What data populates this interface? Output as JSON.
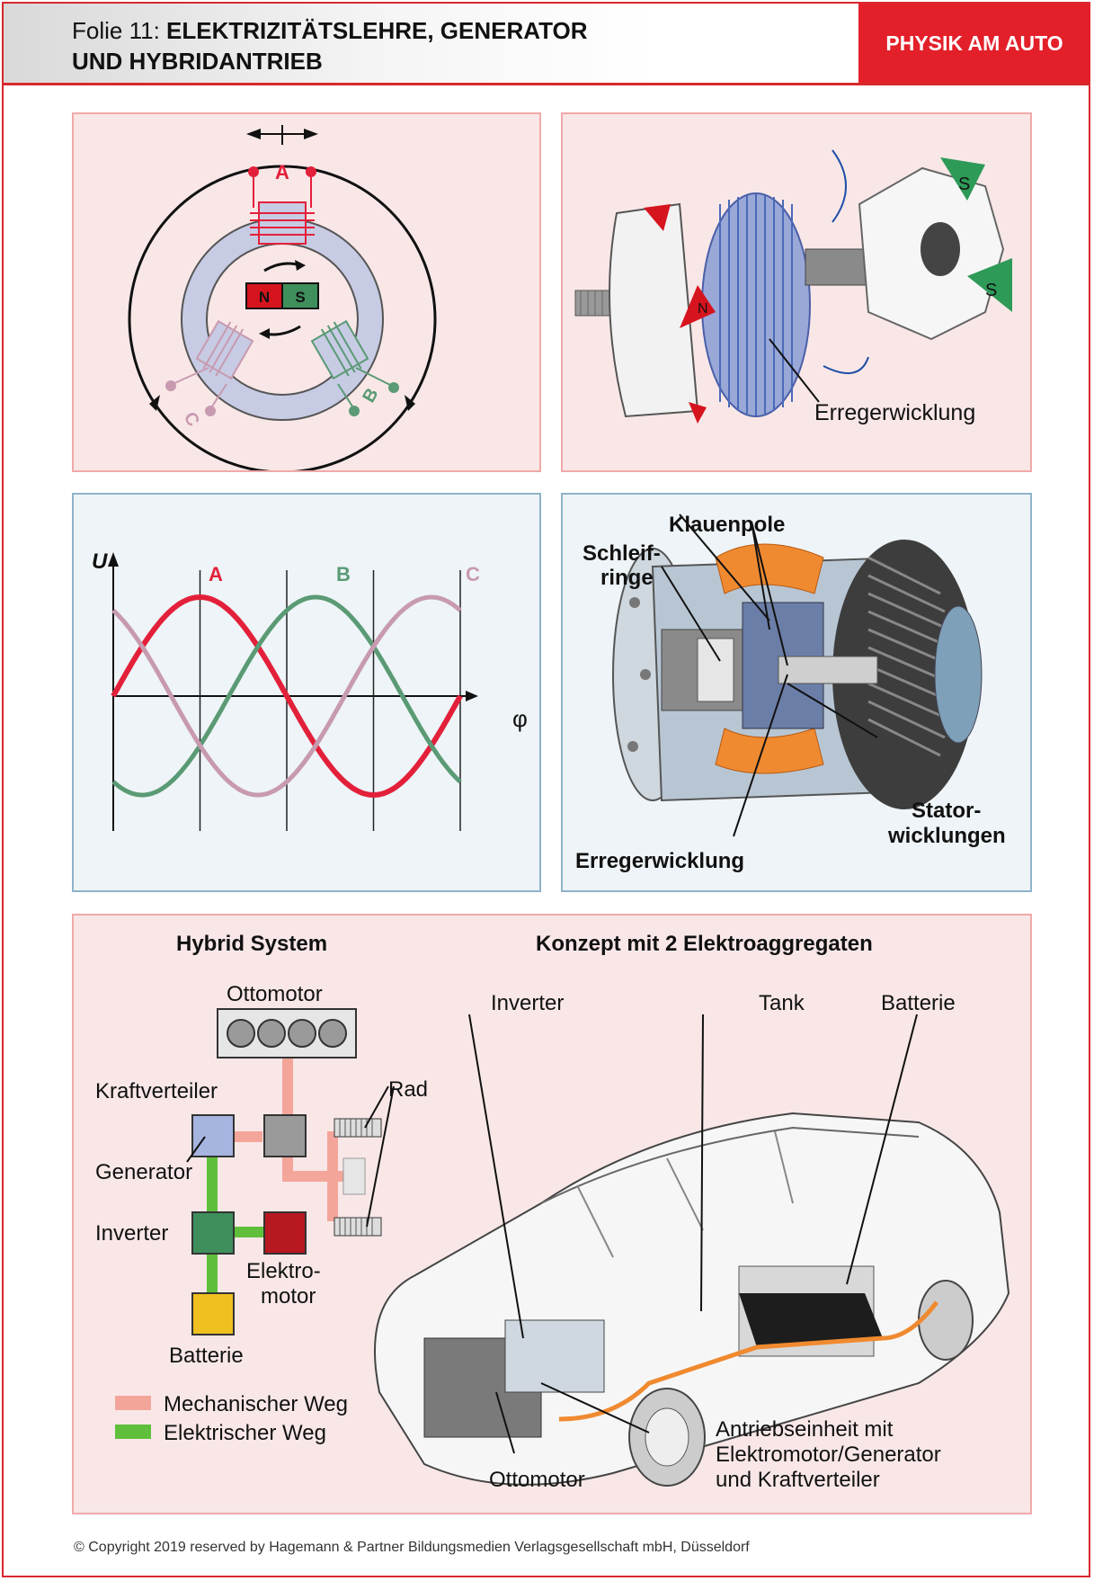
{
  "header": {
    "prefix": "Folie 11: ",
    "title_line1": "ELEKTRIZITÄTSLEHRE, GENERATOR",
    "title_line2": "UND HYBRIDANTRIEB",
    "badge": "PHYSIK AM AUTO"
  },
  "panel_generator": {
    "phase_a": "A",
    "phase_b": "B",
    "phase_c": "C",
    "magnet_n": "N",
    "magnet_s": "S"
  },
  "panel_rotor": {
    "label_erregerwicklung": "Erregerwicklung",
    "pole_n": "N",
    "pole_s": "S"
  },
  "panel_sine": {
    "y_label": "U",
    "x_label": "φ",
    "series_a": "A",
    "series_b": "B",
    "series_c": "C",
    "colors": {
      "a": "#e3203a",
      "b": "#5a9a74",
      "c": "#c79ab0"
    }
  },
  "panel_alternator": {
    "klauenpole": "Klauenpole",
    "schleif": "Schleif-",
    "ringe": "ringe",
    "stator_1": "Stator-",
    "stator_2": "wicklungen",
    "erregerwicklung": "Erregerwicklung"
  },
  "panel_hybrid": {
    "title_left": "Hybrid System",
    "title_right": "Konzept mit 2 Elektroaggregaten",
    "ottomotor": "Ottomotor",
    "kraftverteiler": "Kraftverteiler",
    "rad": "Rad",
    "generator": "Generator",
    "inverter": "Inverter",
    "elektro_1": "Elektro-",
    "elektro_2": "motor",
    "batterie": "Batterie",
    "legend_mech": "Mechanischer Weg",
    "legend_elec": "Elektrischer Weg",
    "car_inverter": "Inverter",
    "car_tank": "Tank",
    "car_batterie": "Batterie",
    "car_ottomotor": "Ottomotor",
    "antrieb_1": "Antriebseinheit mit",
    "antrieb_2": "Elektromotor/Generator",
    "antrieb_3": "und Kraftverteiler",
    "colors": {
      "mech": "#f4a59a",
      "elec": "#5fbf3a"
    }
  },
  "footer": {
    "copyright": "© Copyright 2019 reserved by Hagemann & Partner Bildungsmedien Verlagsgesellschaft mbH, Düsseldorf"
  }
}
